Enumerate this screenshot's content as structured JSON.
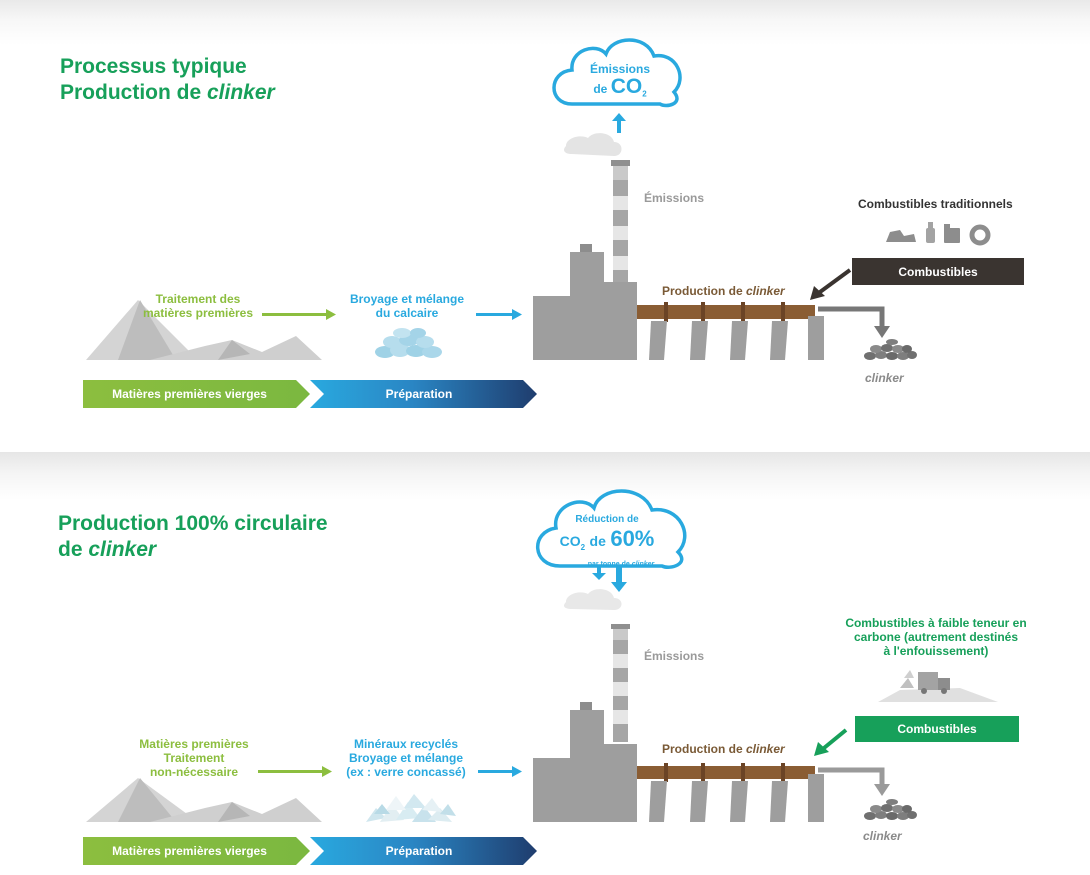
{
  "typical": {
    "title_line1": "Processus typique",
    "title_line2_prefix": "Production de ",
    "title_line2_italic": "clinker",
    "cloud_line1": "Émissions",
    "cloud_line2_prefix": "de ",
    "cloud_co": "CO",
    "cloud_sub": "2",
    "emissions_label": "Émissions",
    "raw_step_line1": "Traitement des",
    "raw_step_line2": "matières premières",
    "prep_step_line1": "Broyage et mélange",
    "prep_step_line2": "du calcaire",
    "production_prefix": "Production de ",
    "production_italic": "clinker",
    "fuel_heading": "Combustibles traditionnels",
    "fuel_box": "Combustibles",
    "clinker_label": "clinker",
    "banner_raw": "Matières premières vierges",
    "banner_prep": "Préparation",
    "colors": {
      "fuel_box": "#3a3430"
    }
  },
  "circular": {
    "title_line1": "Production 100% circulaire",
    "title_line2_prefix": "de ",
    "title_line2_italic": "clinker",
    "cloud_line1": "Réduction de",
    "cloud_co": "CO",
    "cloud_sub": "2",
    "cloud_de": "de",
    "cloud_pct": "60%",
    "cloud_line3_prefix": "par tonne de ",
    "cloud_line3_italic": "clinker",
    "emissions_label": "Émissions",
    "raw_step_line1": "Matières premières",
    "raw_step_line2": "Traitement",
    "raw_step_line3": "non-nécessaire",
    "prep_step_line1": "Minéraux recyclés",
    "prep_step_line2": "Broyage et mélange",
    "prep_step_line3": "(ex : verre concassé)",
    "production_prefix": "Production de ",
    "production_italic": "clinker",
    "fuel_heading_line1": "Combustibles à faible teneur en",
    "fuel_heading_line2": "carbone (autrement destinés",
    "fuel_heading_line3": "à l'enfouissement)",
    "fuel_box": "Combustibles",
    "clinker_label": "clinker",
    "banner_raw": "Matières premières vierges",
    "banner_prep": "Préparation",
    "colors": {
      "fuel_box": "#17a05a"
    }
  },
  "colors": {
    "title_green": "#17a05a",
    "light_green": "#8cbe3f",
    "blue": "#29a9df",
    "navy": "#1f3d6e",
    "grey": "#9a9a9a",
    "brown": "#7a5a36"
  },
  "icons": [
    "cloud-icon",
    "factory-icon",
    "chimney-icon",
    "kiln-icon",
    "mountain-icon",
    "rock-pile-icon",
    "glass-pile-icon",
    "coal-icon",
    "bottle-icon",
    "jerrycan-icon",
    "tire-icon",
    "garbage-truck-icon",
    "arrow-icon"
  ]
}
